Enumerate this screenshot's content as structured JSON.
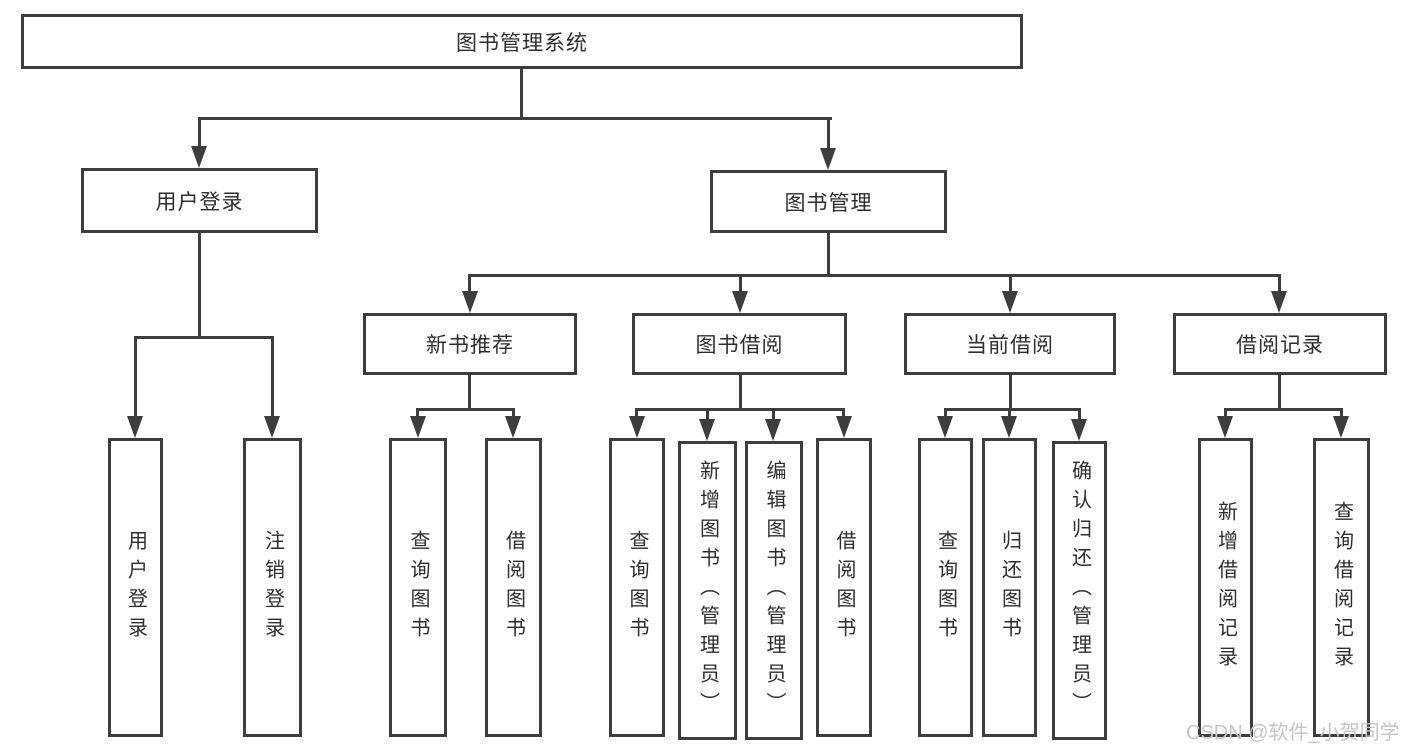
{
  "colors": {
    "line": "#3d3d3d",
    "text": "#2e2e2e",
    "background": "#ffffff",
    "watermark": "#c6c6c6"
  },
  "watermark": "CSDN @软件_小贺同学",
  "tree": {
    "label": "图书管理系统",
    "children": [
      {
        "label": "用户登录",
        "children": [
          {
            "label": "用户登录"
          },
          {
            "label": "注销登录"
          }
        ]
      },
      {
        "label": "图书管理",
        "children": [
          {
            "label": "新书推荐",
            "children": [
              {
                "label": "查询图书"
              },
              {
                "label": "借阅图书"
              }
            ]
          },
          {
            "label": "图书借阅",
            "children": [
              {
                "label": "查询图书"
              },
              {
                "label": "新增图书（管理员）"
              },
              {
                "label": "编辑图书（管理员）"
              },
              {
                "label": "借阅图书"
              }
            ]
          },
          {
            "label": "当前借阅",
            "children": [
              {
                "label": "查询图书"
              },
              {
                "label": "归还图书"
              },
              {
                "label": "确认归还（管理员）"
              }
            ]
          },
          {
            "label": "借阅记录",
            "children": [
              {
                "label": "新增借阅记录"
              },
              {
                "label": "查询借阅记录"
              }
            ]
          }
        ]
      }
    ]
  }
}
